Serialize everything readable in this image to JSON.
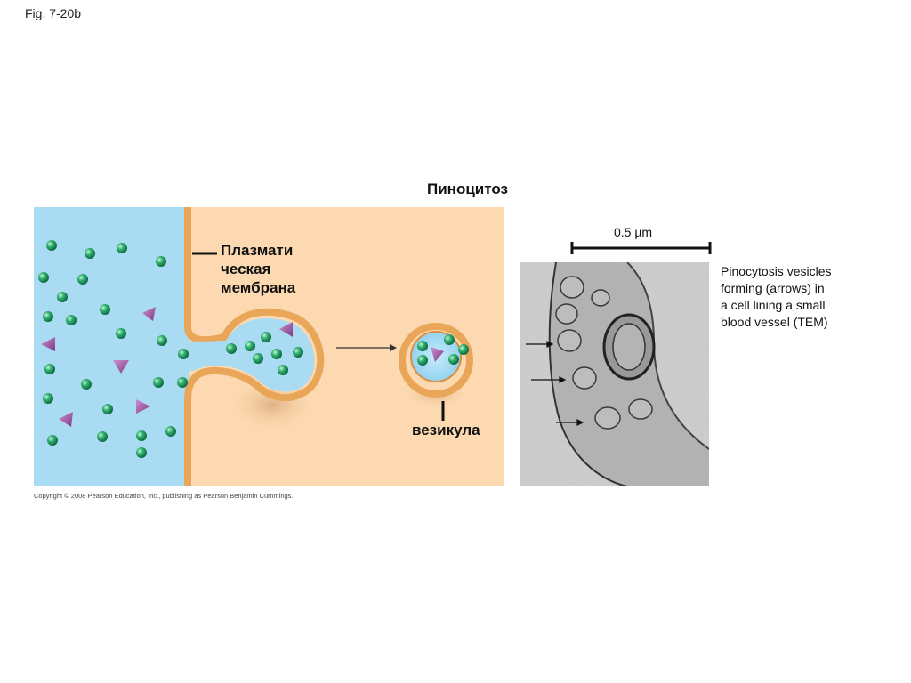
{
  "figure": {
    "label": "Fig. 7-20b"
  },
  "diagram": {
    "title": "Пиноцитоз",
    "membrane_label": [
      "Плазмати",
      "ческая",
      "мембрана"
    ],
    "vesicle_label": "везикула",
    "colors": {
      "extracellular": "#a9dcf3",
      "cytoplasm": "#fcd9b0",
      "membrane": "#e9a658",
      "molecule": "#2aa36a",
      "solute_triangle": "#a25ba5"
    }
  },
  "copyright": "Copyright © 2008 Pearson Education, Inc., publishing as Pearson Benjamin Cummings.",
  "micrograph": {
    "scale_label": "0.5 µm",
    "caption": [
      "Pinocytosis vesicles",
      "forming (arrows) in",
      "a cell lining a small",
      "blood vessel (TEM)"
    ]
  }
}
